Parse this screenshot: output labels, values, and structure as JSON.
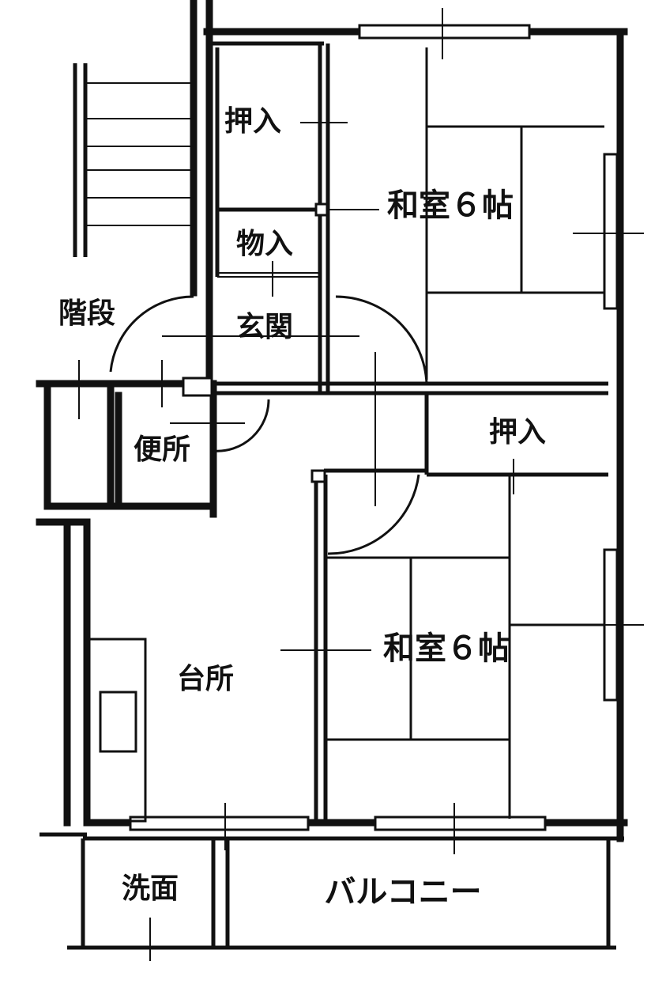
{
  "rooms": {
    "closet_top": "押入",
    "storage_small": "物入",
    "washitsu_top": "和室６帖",
    "stairs": "階段",
    "entrance": "玄関",
    "toilet": "便所",
    "closet_mid": "押入",
    "washitsu_bottom": "和室６帖",
    "kitchen": "台所",
    "washroom": "洗面",
    "balcony": "バルコニー"
  }
}
